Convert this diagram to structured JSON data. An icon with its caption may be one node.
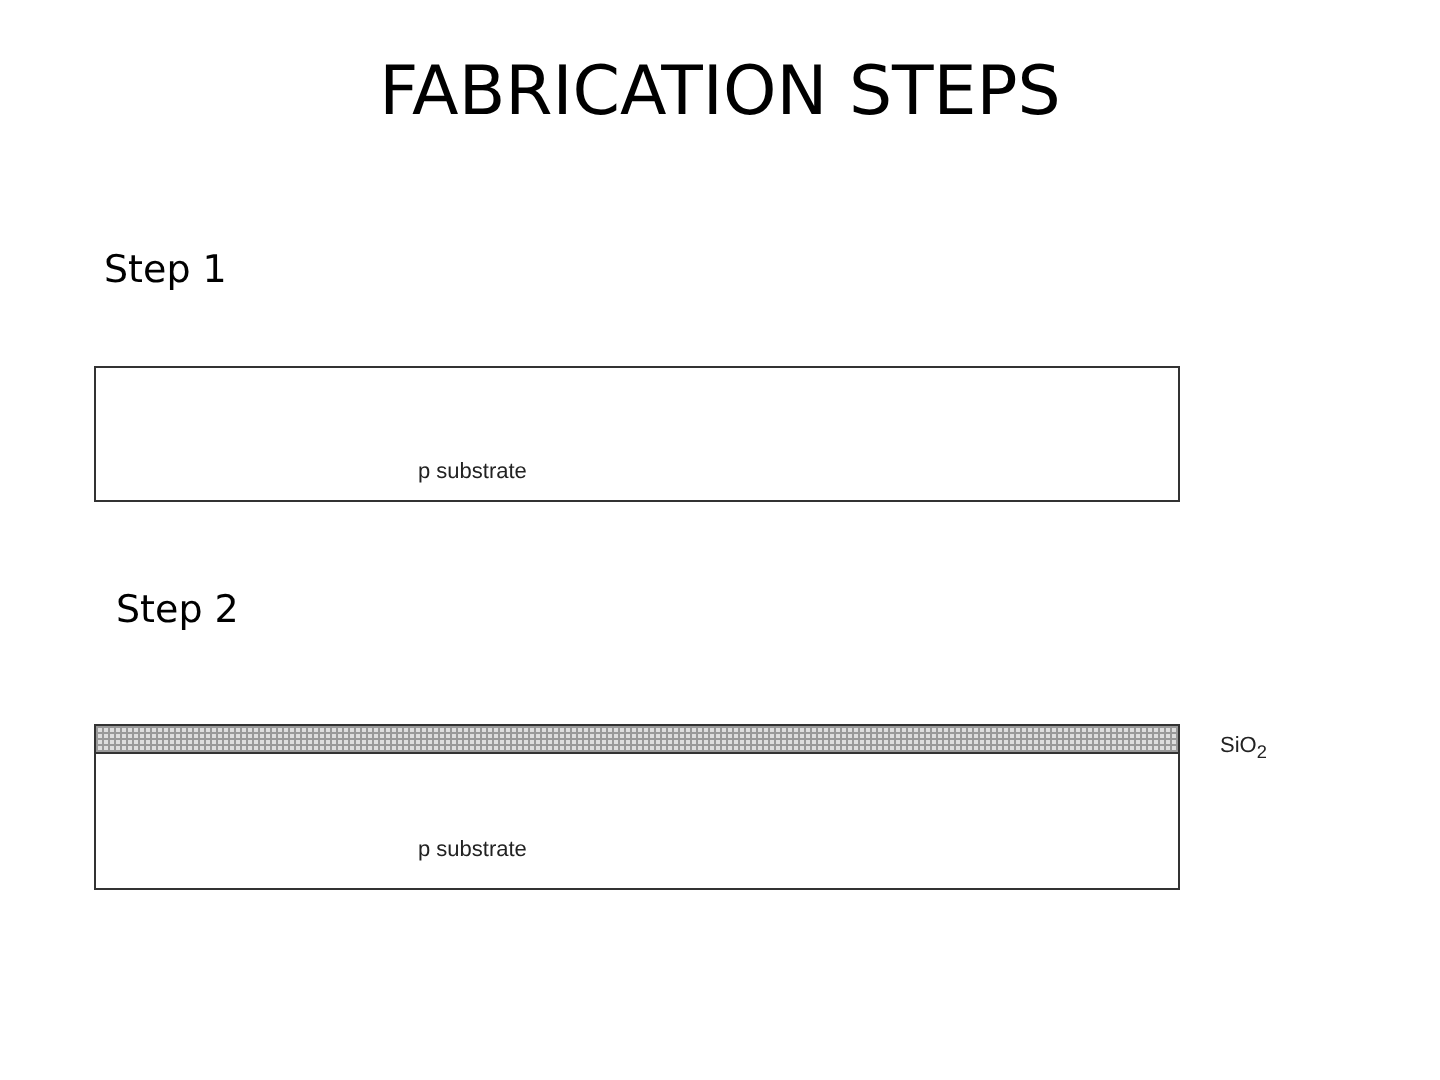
{
  "diagram": {
    "title": "FABRICATION STEPS",
    "nodes": [
      {
        "text": [
          "p substrate"
        ]
      },
      {
        "text": [],
        "shape": "bar",
        "beside": [
          "SiO$_{2}$"
        ]
      },
      {
        "text": [
          "p substrate"
        ]
      }
    ],
    "labels": [
      "Step 1",
      "Step 2"
    ]
  }
}
